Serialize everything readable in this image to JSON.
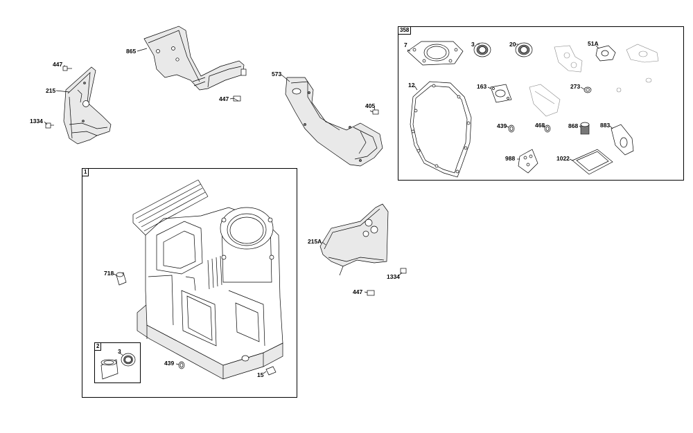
{
  "groups": {
    "main_block": "1",
    "bearing_kit": "2",
    "gasket_set": "358"
  },
  "labels": {
    "n447a": "447",
    "n215": "215",
    "n1334a": "1334",
    "n865": "865",
    "n447b": "447",
    "n573": "573",
    "n405": "405",
    "n718": "718",
    "n3a": "3",
    "n439a": "439",
    "n15": "15",
    "n215a": "215A",
    "n1334b": "1334",
    "n447c": "447",
    "n7": "7",
    "n3b": "3",
    "n20": "20",
    "n51a": "51A",
    "n12": "12",
    "n163": "163",
    "n273": "273",
    "n439b": "439",
    "n468": "468",
    "n868": "868",
    "n883": "883",
    "n988": "988",
    "n1022": "1022"
  }
}
